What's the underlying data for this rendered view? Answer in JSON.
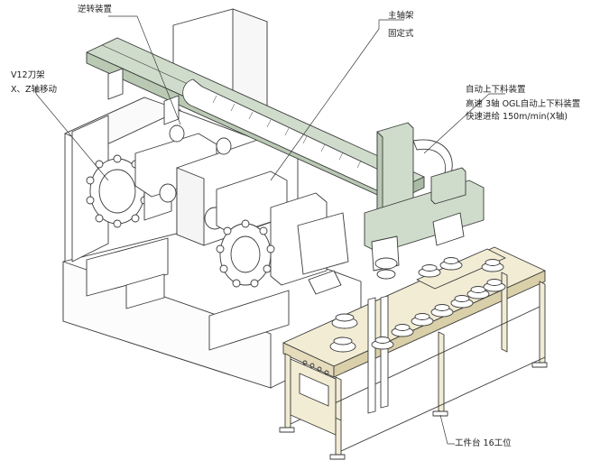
{
  "labels": {
    "reverser": "逆转装置",
    "spindle_a": "主轴架",
    "spindle_b": "固定式",
    "turret_a": "V12刀架",
    "turret_b": "X、Z轴移动",
    "loader_a": "自动上下料装置",
    "loader_b": "高速 3轴 OGL自动上下料装置",
    "loader_c": "快速进给 150m/min(X轴)",
    "worktable": "工件台  16工位"
  },
  "colors": {
    "line": "#3a3a3a",
    "rail": "#cfdccb",
    "table": "#f2ecd4",
    "machine": "#ffffff"
  }
}
